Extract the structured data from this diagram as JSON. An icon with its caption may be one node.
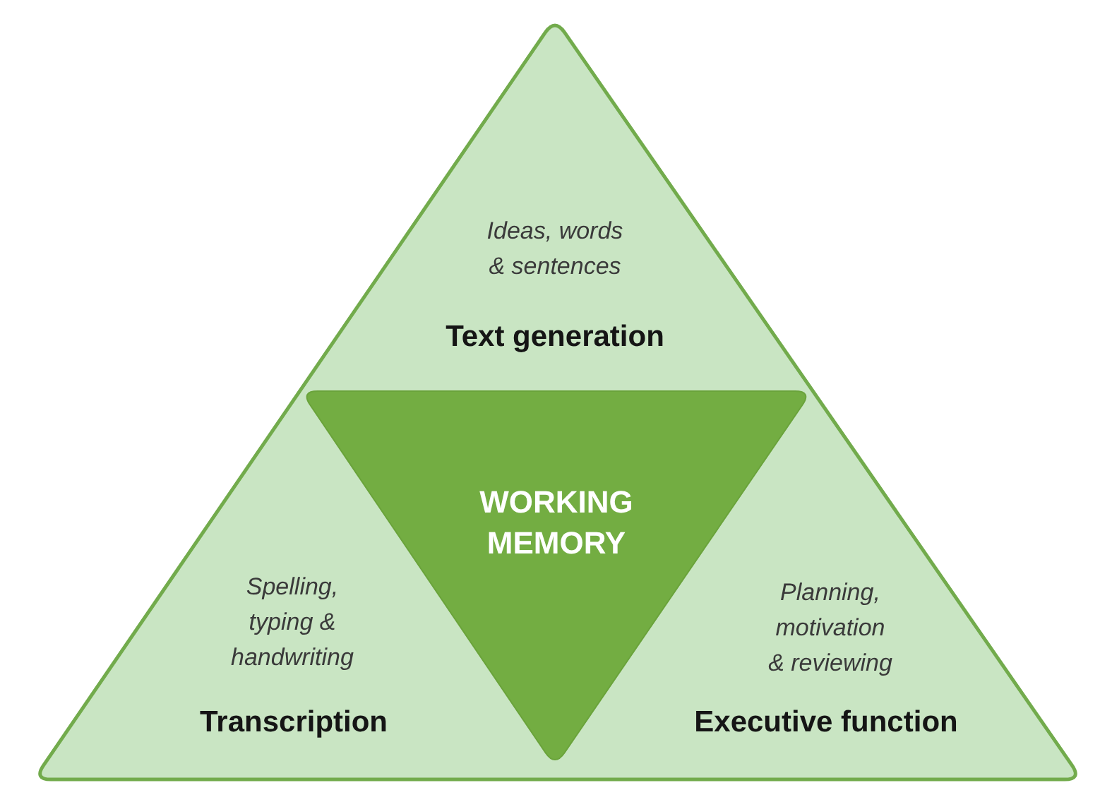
{
  "diagram": {
    "nodes": [
      {
        "text": [
          "Ideas, words & sentences",
          "Text generation",
          "Spelling, typing & handwriting",
          "Transcription",
          "Planning, motivation & reviewing",
          "Executive function"
        ]
      },
      {
        "text": [
          "WORKING MEMORY"
        ],
        "in": 0
      }
    ]
  }
}
